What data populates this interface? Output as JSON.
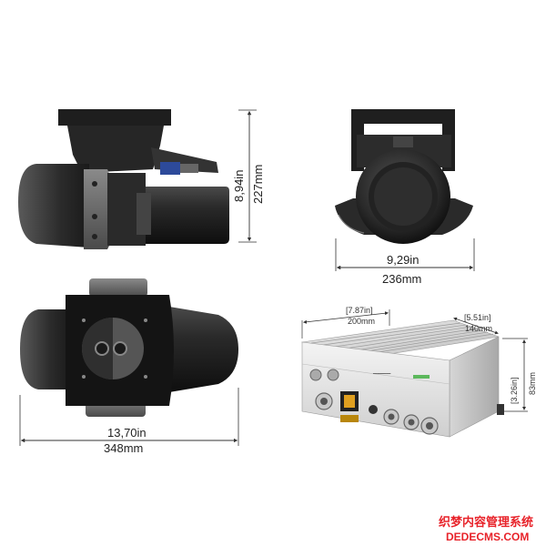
{
  "views": {
    "side": {
      "height_in": "8,94in",
      "height_mm": "227mm"
    },
    "front": {
      "width_in": "9,29in",
      "width_mm": "236mm"
    },
    "top": {
      "length_in": "13,70in",
      "length_mm": "348mm"
    },
    "controller": {
      "width_in": "[7.87in]",
      "width_mm": "200mm",
      "depth_in": "[5.51in]",
      "depth_mm": "140mm",
      "height_in": "[3.26in]",
      "height_mm": "83mm"
    }
  },
  "watermark": {
    "line1": "织梦内容管理系统",
    "line2": "DEDECMS.COM"
  },
  "colors": {
    "body_dark": "#1c1c1c",
    "body_mid": "#3a3a3a",
    "dimension_line": "#333333",
    "controller_case": "#d9d9d9",
    "watermark": "#e8232a"
  }
}
